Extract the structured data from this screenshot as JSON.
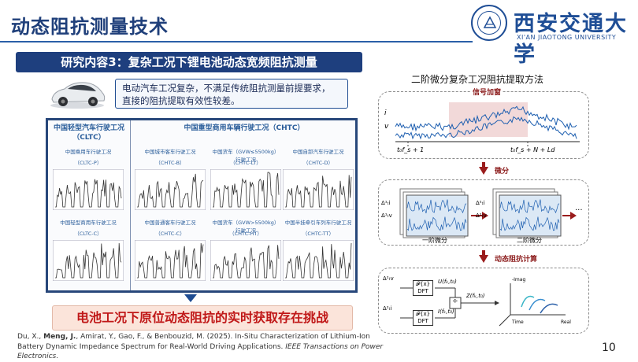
{
  "header": {
    "title": "动态阻抗测量技术",
    "university_cn": "西安交通大学",
    "university_en": "XI'AN JIAOTONG UNIVERSITY"
  },
  "section_title": "研究内容3：复杂工况下锂电池动态宽频阻抗测量",
  "callout": {
    "line1": "电动汽车工况复杂，不满足传统阻抗测量前提要求，",
    "line2": "直接的阻抗提取有效性较差。"
  },
  "cycles_panel": {
    "light_group_title": "中国轻型汽车行驶工况（CLTC）",
    "heavy_group_title": "中国重型商用车辆行驶工况（CHTC）",
    "charts": [
      {
        "name": "中国乘用车行驶工况",
        "code": "（CLTC-P）"
      },
      {
        "name": "中国城市客车行驶工况",
        "code": "（CHTC-B）"
      },
      {
        "name": "中国货车（GVW≤5500kg）行驶工况",
        "code": "（CHTC-LT）"
      },
      {
        "name": "中国自卸汽车行驶工况",
        "code": "（CHTC-D）"
      },
      {
        "name": "中国轻型商用车行驶工况",
        "code": "（CLTC-C）"
      },
      {
        "name": "中国普通客车行驶工况",
        "code": "（CHTC-C）"
      },
      {
        "name": "中国货车（GVW>5500kg）行驶工况",
        "code": "（CHTC-HT）"
      },
      {
        "name": "中国半挂牵引车列车行驶工况",
        "code": "（CHTC-TT）"
      }
    ]
  },
  "challenge": "电池工况下原位动态阻抗的实时获取存在挑战",
  "reference": {
    "authors_pre": "Du, X., ",
    "authors_bold": "Meng, J.",
    "authors_post": ", Amirat, Y., Gao, F., & Benbouzid, M. (2025). In-Situ Characterization of Lithium-Ion Battery Dynamic Impedance Spectrum for Real-World Driving Applications. ",
    "journal": "IEEE Transactions on Power Electronics",
    "journal_tail": "."
  },
  "method": {
    "title": "二阶微分复杂工况阻抗提取方法",
    "step1_label": "信号加窗",
    "step2_label": "微分",
    "step3_label": "动态阻抗计算",
    "axis_left": "t₀f_s + 1",
    "axis_right": "t₀f_s + N + Ld",
    "i_label": "i",
    "v_label": "v",
    "d1i": "Δ¹ₜi",
    "d1v": "Δ¹ₜv",
    "d2i": "Δ²ₜi",
    "d2v": "Δ²ₜv",
    "first_diff": "一阶微分",
    "second_diff": "二阶微分",
    "ellipsis": "···",
    "dft": "DFT",
    "u_out": "U(fₖ,t₀)",
    "i_out": "I(fₖ,t₀)",
    "z_out": "Z(fₖ,t₀)",
    "fx": "𝓕{x}",
    "axis_imag": "-Imag",
    "axis_time": "Time",
    "axis_real": "Real",
    "in_v": "Δ²ₜv",
    "in_i": "Δ²ₜi",
    "div": "÷"
  },
  "page_number": "10",
  "colors": {
    "navy": "#1e3f7e",
    "red": "#c01818",
    "accent_blue": "#2a5fa8"
  }
}
